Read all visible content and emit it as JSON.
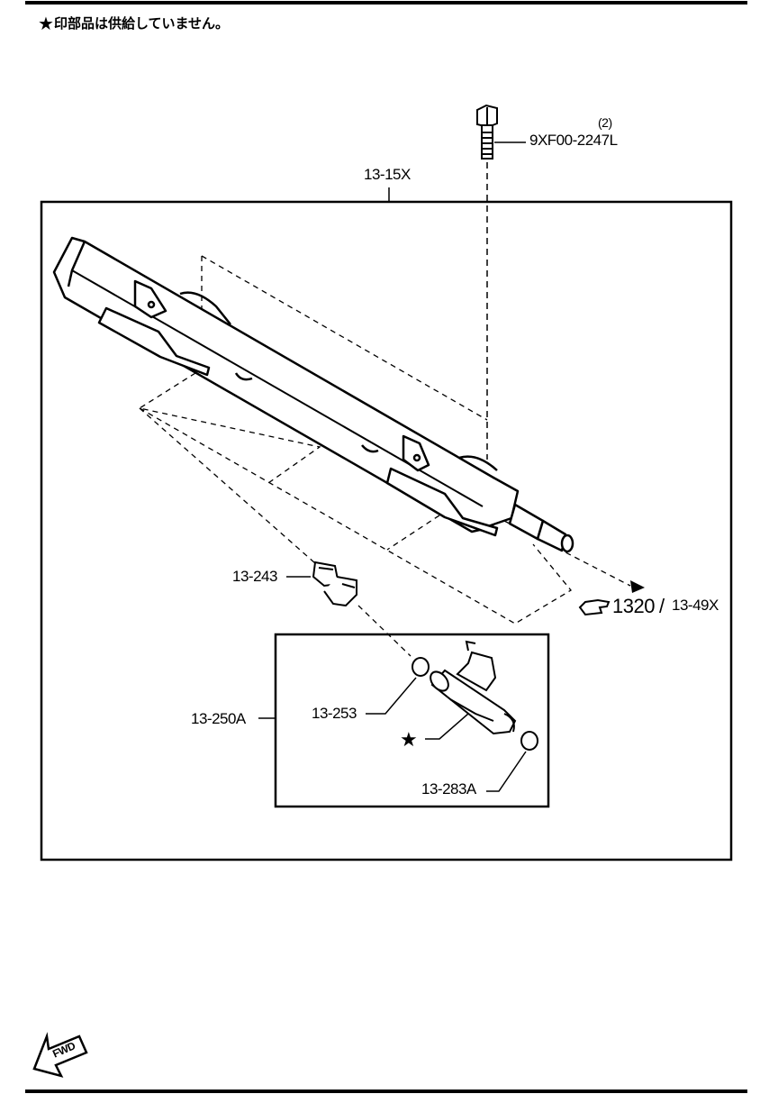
{
  "note": {
    "star": "★",
    "text": "印部品は供給していません。"
  },
  "labels": {
    "bolt": "9XF00-2247L",
    "bolt_qty": "(2)",
    "rail": "13-15X",
    "clip": "13-243",
    "injector_assy": "13-250A",
    "seal_top": "13-253",
    "star_mark": "★",
    "seal_bottom": "13-283A",
    "ref_page": "1320",
    "ref_slash": "/",
    "ref_part": "13-49X",
    "fwd": "FWD"
  }
}
